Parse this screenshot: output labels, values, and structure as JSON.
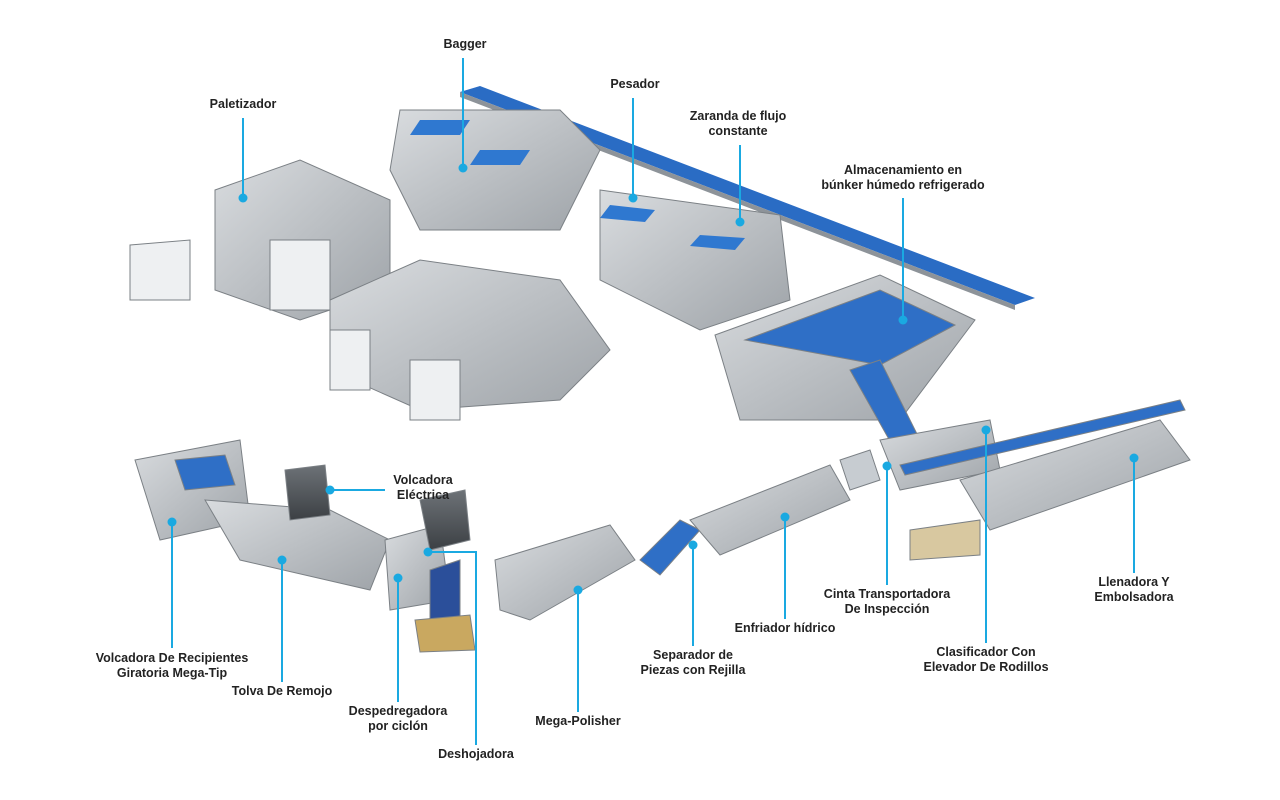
{
  "title": "Línea de procesamiento",
  "accent_color": "#1aa9e1",
  "labels": {
    "bagger": "Bagger",
    "paletizador": "Paletizador",
    "pesador": "Pesador",
    "zaranda": [
      "Zaranda de flujo",
      "constante"
    ],
    "almacenamiento": [
      "Almacenamiento en",
      "búnker húmedo refrigerado"
    ],
    "volcadora_electrica": [
      "Volcadora",
      "Eléctrica"
    ],
    "volcadora_recipientes": [
      "Volcadora De Recipientes",
      "Giratoria Mega-Tip"
    ],
    "tolva": "Tolva De Remojo",
    "despedregadora": [
      "Despedregadora",
      "por ciclón"
    ],
    "deshojadora": "Deshojadora",
    "mega_polisher": "Mega-Polisher",
    "separador": [
      "Separador de",
      "Piezas con Rejilla"
    ],
    "enfriador": "Enfriador hídrico",
    "cinta": [
      "Cinta Transportadora",
      "De Inspección"
    ],
    "clasificador": [
      "Clasificador Con",
      "Elevador De Rodillos"
    ],
    "llenadora": [
      "Llenadora Y",
      "Embolsadora"
    ]
  }
}
